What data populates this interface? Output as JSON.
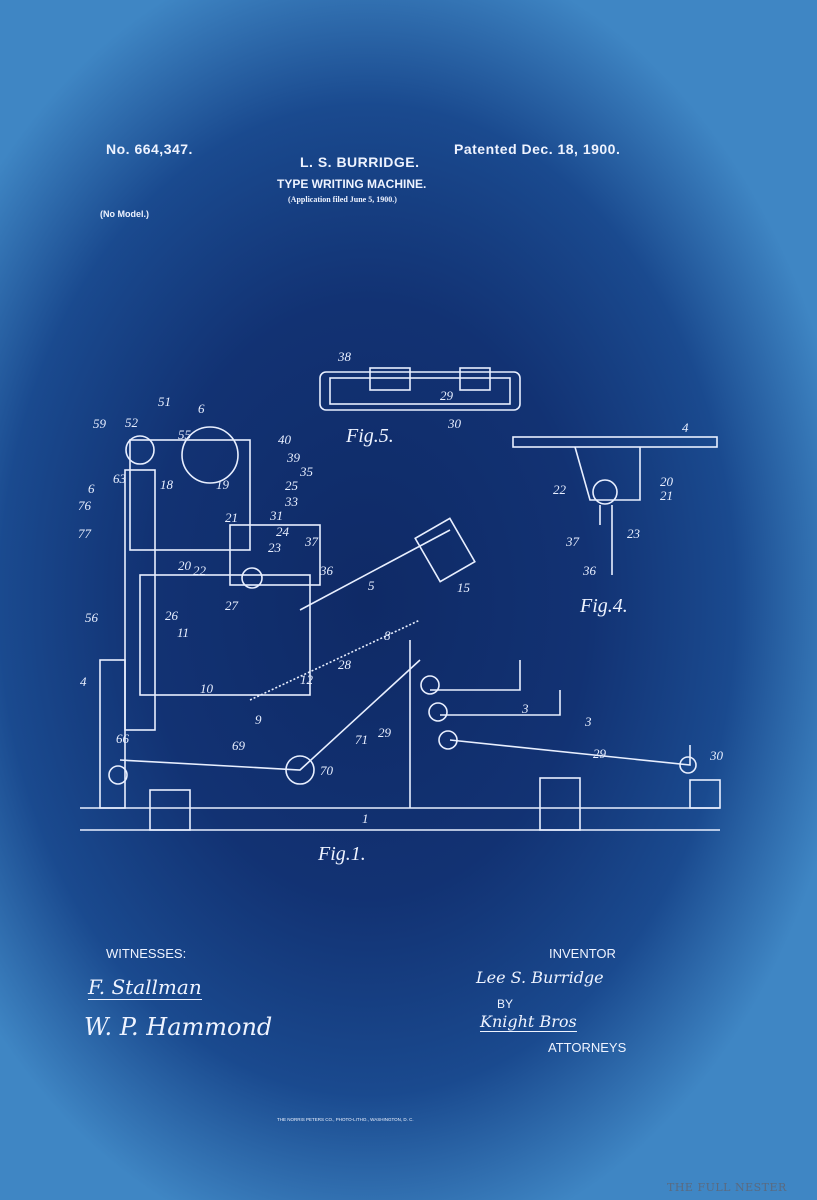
{
  "header": {
    "patent_number": "No. 664,347.",
    "patent_date": "Patented Dec. 18, 1900.",
    "inventor_name": "L. S. BURRIDGE.",
    "title": "TYPE WRITING MACHINE.",
    "application": "(Application filed June 5, 1900.)",
    "model_note": "(No Model.)"
  },
  "figures": {
    "fig1": "Fig.1.",
    "fig4": "Fig.4.",
    "fig5": "Fig.5."
  },
  "part_labels": [
    "51",
    "6",
    "59",
    "52",
    "55",
    "40",
    "39",
    "35",
    "63",
    "18",
    "19",
    "25",
    "33",
    "31",
    "6",
    "76",
    "77",
    "21",
    "24",
    "23",
    "37",
    "36",
    "15",
    "5",
    "20",
    "22",
    "27",
    "26",
    "11",
    "8",
    "56",
    "4",
    "12",
    "28",
    "10",
    "9",
    "3",
    "3",
    "66",
    "69",
    "71",
    "29",
    "29",
    "70",
    "30",
    "1",
    "38",
    "29",
    "30",
    "4",
    "22",
    "20",
    "21",
    "37",
    "23",
    "36"
  ],
  "signatures": {
    "witnesses_label": "WITNESSES:",
    "witness_1": "F. Stallman",
    "witness_2": "W. P. Hammond",
    "inventor_label": "INVENTOR",
    "inventor_signature": "Lee S. Burridge",
    "by_label": "BY",
    "attorney_signature": "Knight Bros",
    "attorneys_label": "ATTORNEYS"
  },
  "footer": {
    "printer": "THE NORRIS PETERS CO., PHOTO-LITHO., WASHINGTON, D. C.",
    "watermark": "THE FULL NESTER"
  },
  "colors": {
    "ink": "#eef3ff",
    "paper_dark": "#0f2a66",
    "paper_light": "#3f86c4"
  }
}
